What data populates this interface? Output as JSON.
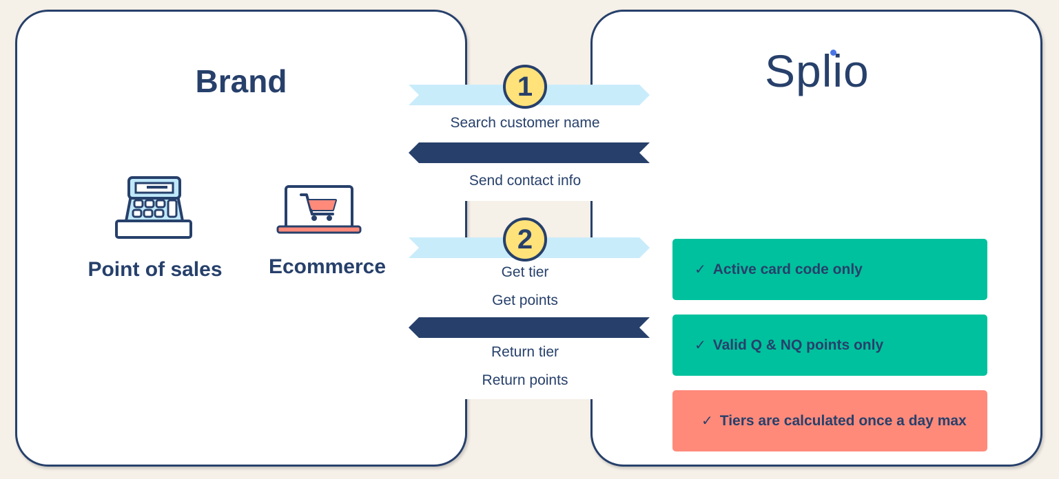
{
  "brand": {
    "title": "Brand",
    "pos_label": "Point of sales",
    "ecommerce_label": "Ecommerce"
  },
  "splio": {
    "logo_text": "Splio"
  },
  "flows": {
    "step1_number": "1",
    "step1_request": "Search customer name",
    "step1_response": "Send contact info",
    "step2_number": "2",
    "step2_request_1": "Get tier",
    "step2_request_2": "Get points",
    "step2_response_1": "Return tier",
    "step2_response_2": "Return points"
  },
  "notes": {
    "check_symbol": "✓",
    "note1": "Active card code only",
    "note2": "Valid Q & NQ points only",
    "note3": "Tiers are calculated once a day max"
  },
  "colors": {
    "navy": "#27406b",
    "light_arrow": "#c9ecfb",
    "green": "#00c19d",
    "salmon": "#ff8a7a",
    "step_circle": "#ffe27a",
    "background": "#f5f0e8"
  }
}
